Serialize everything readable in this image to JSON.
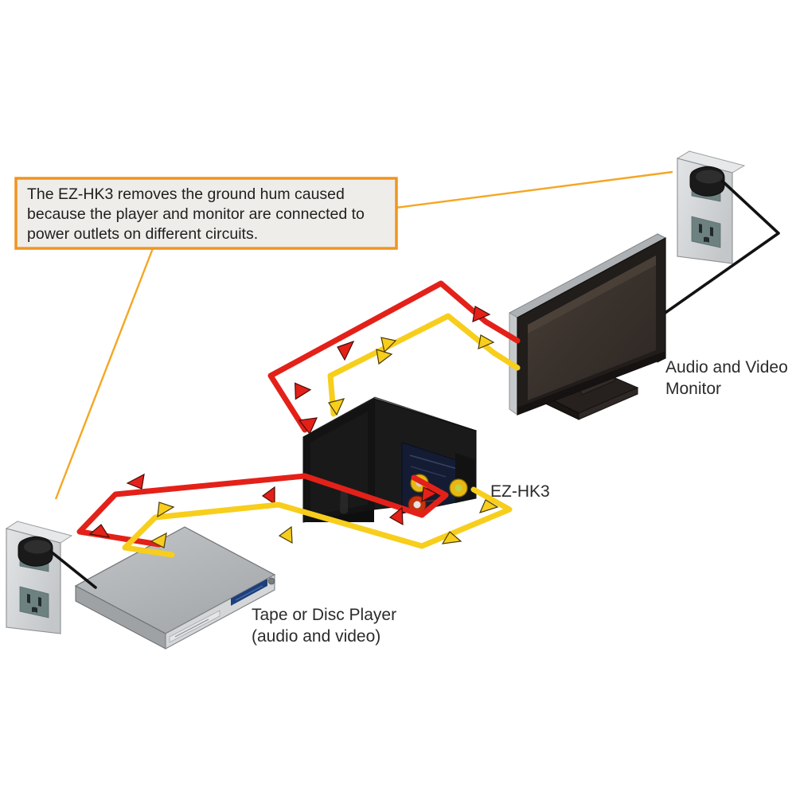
{
  "diagram": {
    "title": "EZ-HK3 ground hum removal connection diagram",
    "background_color": "#ffffff"
  },
  "callout": {
    "name": "explanatory-callout",
    "lines": [
      "The EZ-HK3 removes the ground hum caused",
      "because the player and monitor are connected to",
      "power outlets on different circuits."
    ],
    "border_color": "#F0941F",
    "fill_color": "#EFEDE9",
    "leader_color": "#F5A623"
  },
  "labels": {
    "monitor_line1": "Audio and Video",
    "monitor_line2": "Monitor",
    "device": "EZ-HK3",
    "player_line1": "Tape or Disc Player",
    "player_line2": "(audio and video)"
  },
  "devices": {
    "monitor": {
      "name": "audio-and-video-monitor",
      "screen_color": "#3B3330",
      "bezel_color": "#2A2522",
      "edge_color": "#BFC2C4"
    },
    "ez_hk3": {
      "name": "ez-hk3-hum-eliminator",
      "body_color": "#151515",
      "top_color": "#5B5B5D",
      "panel_color": "#141C33",
      "jack_yellow": "#E8B810",
      "jack_red": "#C7330F"
    },
    "player": {
      "name": "tape-or-disc-player",
      "top_color": "#AFB2B5",
      "front_color": "#D4D6D8",
      "side_color": "#9A9DA0",
      "display_color": "#1D3F7A"
    },
    "outlet_top_right": {
      "name": "wall-outlet-upper-right",
      "plate_color": "#D2D4D6",
      "socket_color": "#6E8181",
      "plug_color": "#1A1A1A"
    },
    "outlet_bottom_left": {
      "name": "wall-outlet-lower-left",
      "plate_color": "#D2D4D6",
      "socket_color": "#6E8181",
      "plug_color": "#1A1A1A"
    }
  },
  "cables": {
    "audio_red": {
      "name": "red-audio-cable",
      "color": "#E32119",
      "outline": "#3A0A06"
    },
    "video_yellow": {
      "name": "yellow-video-cable",
      "color": "#F7CE1C",
      "outline": "#4A3A06"
    },
    "power_black": {
      "name": "black-power-cord",
      "color": "#121212"
    }
  }
}
